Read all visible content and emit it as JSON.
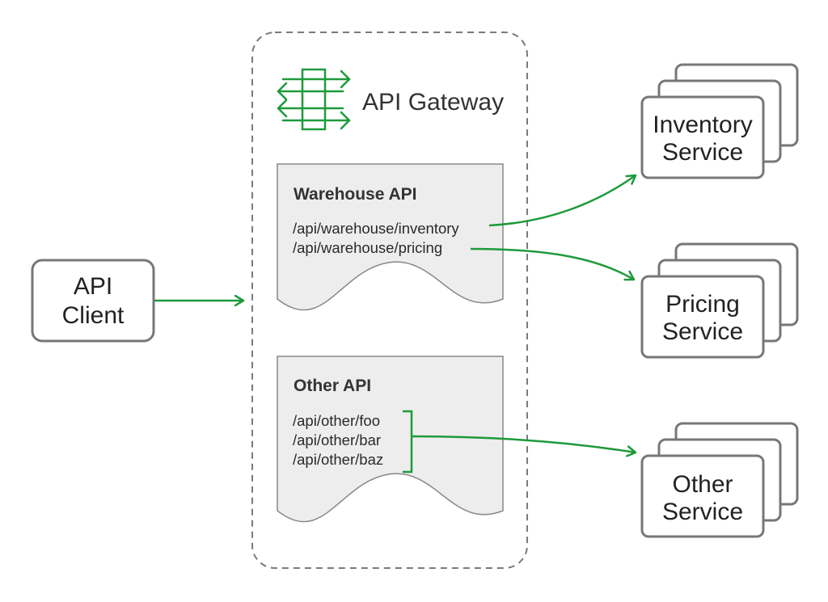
{
  "client": {
    "line1": "API",
    "line2": "Client"
  },
  "gateway": {
    "title": "API Gateway",
    "icon": "gateway-arrows-icon"
  },
  "apis": [
    {
      "title": "Warehouse API",
      "routes": [
        "/api/warehouse/inventory",
        "/api/warehouse/pricing"
      ]
    },
    {
      "title": "Other API",
      "routes": [
        "/api/other/foo",
        "/api/other/bar",
        "/api/other/baz"
      ]
    }
  ],
  "services": [
    {
      "line1": "Inventory",
      "line2": "Service"
    },
    {
      "line1": "Pricing",
      "line2": "Service"
    },
    {
      "line1": "Other",
      "line2": "Service"
    }
  ],
  "colors": {
    "accent_green": "#1e9a3a",
    "box_border": "#777777",
    "doc_fill": "#ededed",
    "dashed_border": "#7a7a7a"
  }
}
